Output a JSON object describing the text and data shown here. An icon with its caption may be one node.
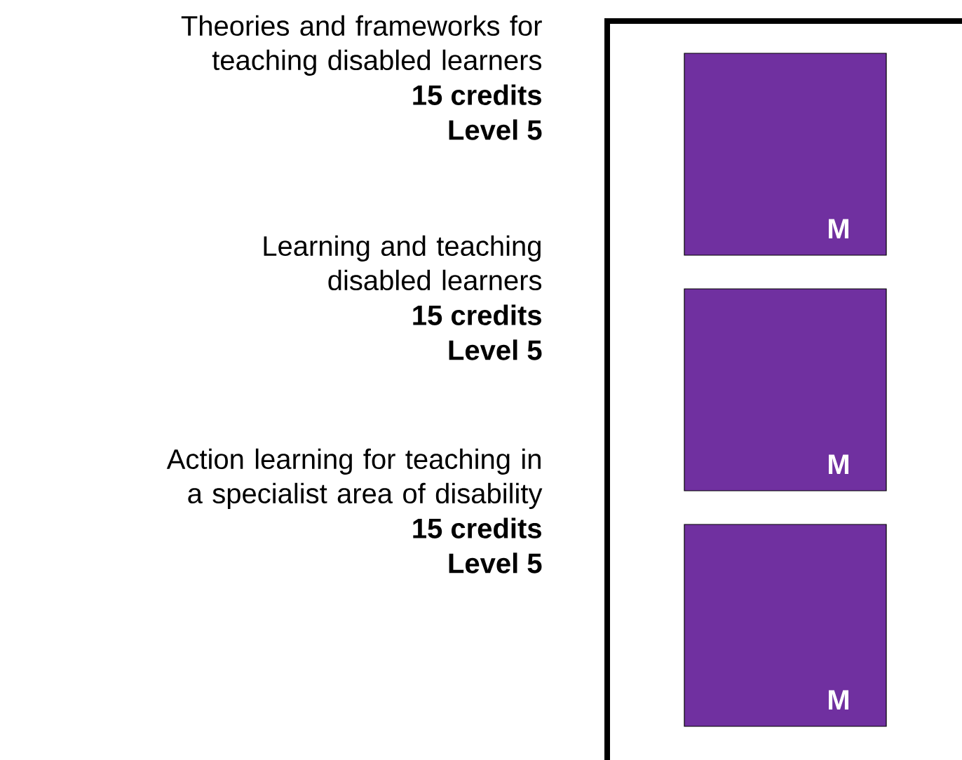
{
  "diagram": {
    "nodes": [
      {
        "text": [
          "M"
        ],
        "beside": [
          "Theories and frameworks for teaching disabled learners",
          "15 credits",
          "Level 5"
        ]
      },
      {
        "text": [
          "M"
        ],
        "beside": [
          "Learning and teaching disabled learners",
          "15 credits",
          "Level 5"
        ]
      },
      {
        "text": [
          "M"
        ],
        "beside": [
          "Action learning for teaching in a specialist area of disability",
          "15 credits",
          "Level 5"
        ]
      }
    ]
  }
}
